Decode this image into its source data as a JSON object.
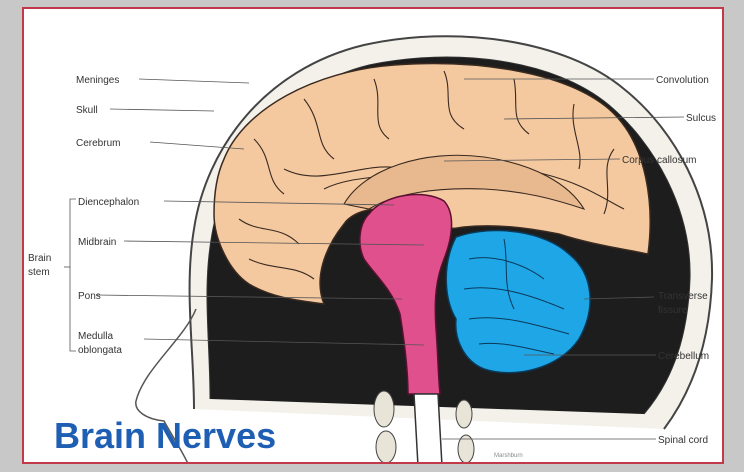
{
  "title": "Brain Nerves",
  "signature": "Marshburn",
  "colors": {
    "border": "#c23a4a",
    "cerebrum": "#f4c9a0",
    "brainstem": "#e0508c",
    "cerebellum": "#1fa6e6",
    "title": "#1f5fb3"
  },
  "labels": {
    "meninges": "Meninges",
    "skull": "Skull",
    "cerebrum": "Cerebrum",
    "diencephalon": "Diencephalon",
    "brain_stem_line1": "Brain",
    "brain_stem_line2": "stem",
    "midbrain": "Midbrain",
    "pons": "Pons",
    "medulla_line1": "Medulla",
    "medulla_line2": "oblongata",
    "convolution": "Convolution",
    "sulcus": "Sulcus",
    "corpus_callosum": "Corpus callosum",
    "transverse_fissure_line1": "Transverse",
    "transverse_fissure_line2": "fissure",
    "cerebellum": "Cerebellum",
    "spinal_cord": "Spinal cord"
  }
}
